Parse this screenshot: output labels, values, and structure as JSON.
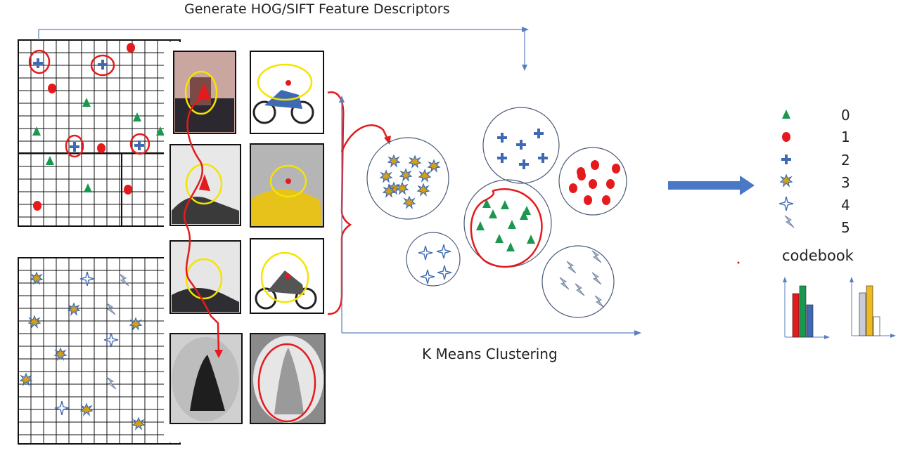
{
  "title": "Generate HOG/SIFT Feature Descriptors",
  "clustering_label": "K Means Clustering",
  "codebook": {
    "label": "codebook",
    "entries": [
      {
        "number": "0",
        "icon": "triangle-icon",
        "color": "#1a9850"
      },
      {
        "number": "1",
        "icon": "ellipse-icon",
        "color": "#e41a1c"
      },
      {
        "number": "2",
        "icon": "plus-icon",
        "color": "#3f6ab3"
      },
      {
        "number": "3",
        "icon": "starburst-icon",
        "color": "#d4a017"
      },
      {
        "number": "4",
        "icon": "four-point-star-icon",
        "color": "#3f6ab3"
      },
      {
        "number": "5",
        "icon": "lightning-icon",
        "color": "#8a9ab5"
      }
    ]
  },
  "colors": {
    "red": "#e41a1c",
    "green": "#1a9850",
    "blue": "#3f6ab3",
    "yellow": "#f5e400",
    "axis": "#5a7fc0"
  }
}
